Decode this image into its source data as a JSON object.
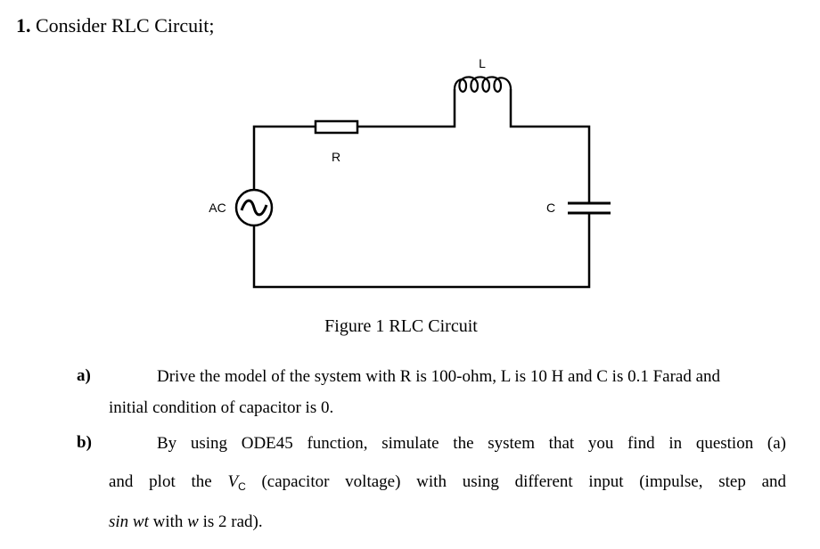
{
  "question": {
    "number": "1.",
    "title": "Consider RLC Circuit;"
  },
  "circuit": {
    "labels": {
      "L": "L",
      "R": "R",
      "AC": "AC",
      "C": "C"
    }
  },
  "figure_caption": "Figure 1 RLC Circuit",
  "parts": {
    "a": {
      "label": "a)",
      "line1": "Drive the model of the system with R is 100-ohm, L is 10 H and C is 0.1 Farad and",
      "line2": "initial condition of capacitor is 0."
    },
    "b": {
      "label": "b)",
      "line1": "By using ODE45 function, simulate the system that you find in question (a)",
      "line2_pre": "and plot the",
      "vc_symbol": "V",
      "vc_sub": "C",
      "line2_post": "(capacitor voltage) with using different input (impulse, step and",
      "line3_math": "sin wt",
      "line3_mid": "with",
      "line3_var": "w",
      "line3_post": "is 2 rad)."
    }
  }
}
